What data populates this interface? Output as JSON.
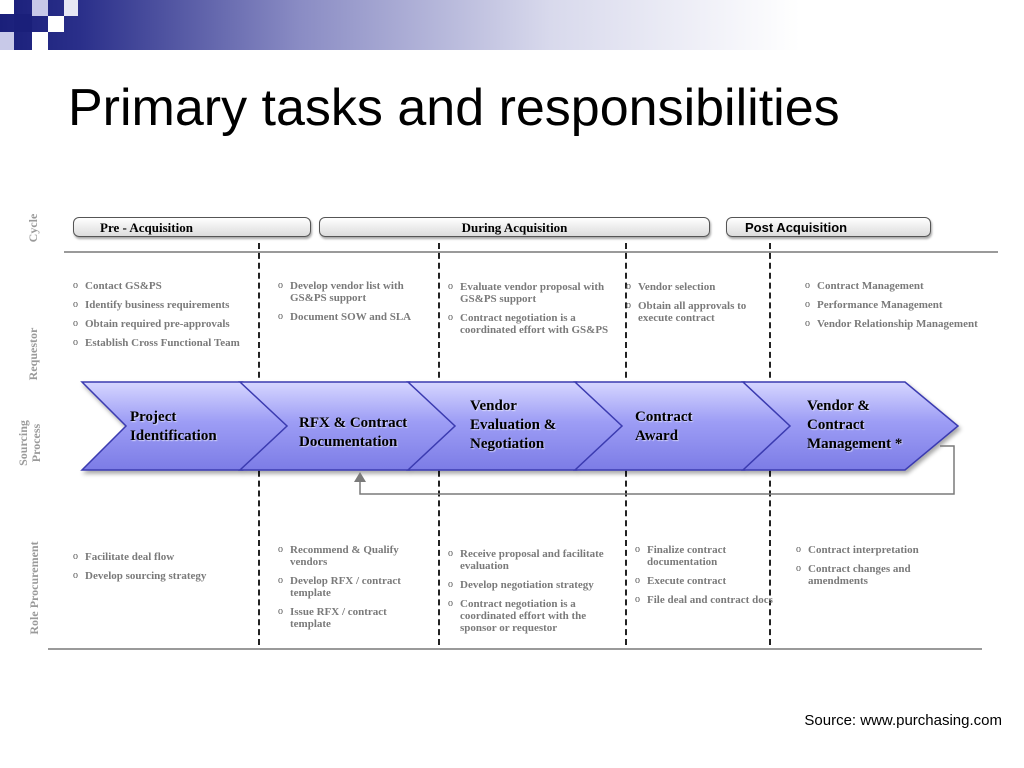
{
  "title": "Primary tasks and responsibilities",
  "row_labels": {
    "cycle": "Cycle",
    "requestor": "Requestor",
    "sourcing_line1": "Sourcing",
    "sourcing_line2": "Process",
    "procurement": "Role Procurement"
  },
  "cycle": {
    "pre": "Pre - Acquisition",
    "during": "During Acquisition",
    "post": "Post Acquisition"
  },
  "requestor": [
    [
      "Contact GS&PS",
      "Identify business requirements",
      "Obtain required pre-approvals",
      "Establish Cross Functional Team"
    ],
    [
      "Develop vendor list with GS&PS support",
      "Document SOW and SLA"
    ],
    [
      "Evaluate vendor proposal with GS&PS support",
      "Contract negotiation is a coordinated effort with GS&PS"
    ],
    [
      "Vendor selection",
      "Obtain all approvals to execute contract"
    ],
    [
      "Contract Management",
      "Performance Management",
      "Vendor Relationship Management"
    ]
  ],
  "process": [
    [
      "Project",
      "Identification"
    ],
    [
      "RFX & Contract",
      "Documentation"
    ],
    [
      "Vendor",
      "Evaluation &",
      "Negotiation"
    ],
    [
      "Contract",
      "Award"
    ],
    [
      "Vendor &",
      "Contract",
      "Management *"
    ]
  ],
  "procurement": [
    [
      "Facilitate deal flow",
      "Develop sourcing strategy"
    ],
    [
      "Recommend & Qualify vendors",
      "Develop RFX / contract template",
      "Issue RFX / contract template"
    ],
    [
      "Receive proposal and facilitate evaluation",
      "Develop negotiation strategy",
      "Contract negotiation is a coordinated effort with the sponsor or requestor"
    ],
    [
      "Finalize contract documentation",
      "Execute contract",
      "File deal and contract docs"
    ],
    [
      "Contract interpretation",
      "Contract changes and amendments"
    ]
  ],
  "source": "Source: www.purchasing.com",
  "colors": {
    "accent_navy": "#1a1f7a",
    "chevron_fill": "#8f8ff0",
    "chevron_light": "#dcdcff",
    "label_gray": "#9a9a9a"
  }
}
